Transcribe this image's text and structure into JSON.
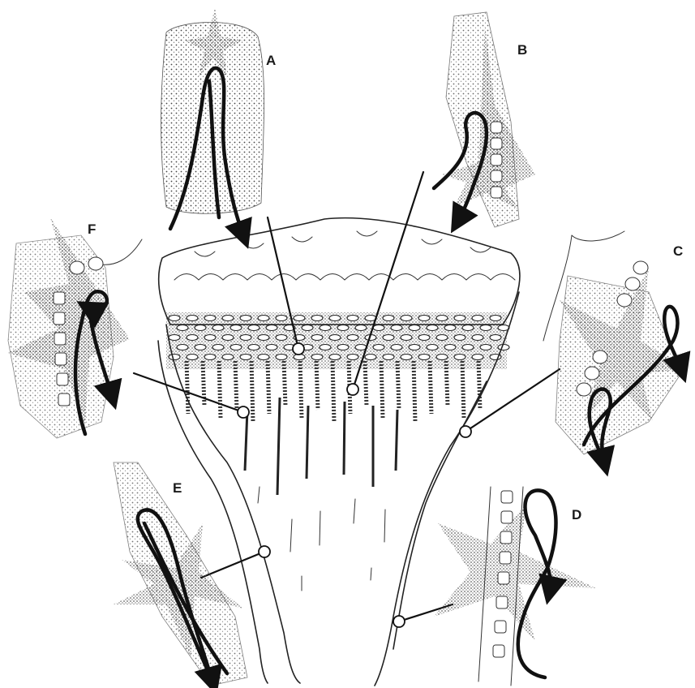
{
  "figure": {
    "panel_labels": {
      "A": "A",
      "B": "B",
      "C": "C",
      "D": "D",
      "E": "E",
      "F": "F"
    },
    "colors": {
      "ink": "#111111",
      "paper": "#ffffff",
      "stipple": "#444444"
    }
  }
}
